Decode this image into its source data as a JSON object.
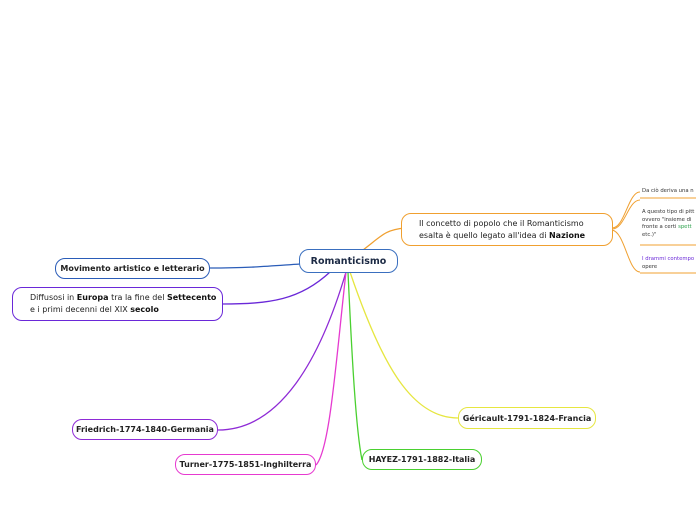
{
  "root": {
    "label": "Romanticismo"
  },
  "branches": {
    "movimento": "Movimento artistico e letterario",
    "diffusosi": {
      "line1": [
        {
          "text": "Diffusosi in ",
          "bold": false
        },
        {
          "text": "Europa",
          "bold": true
        },
        {
          "text": " tra la fine del ",
          "bold": false
        },
        {
          "text": "Settecento",
          "bold": true
        }
      ],
      "line2": [
        {
          "text": "e i primi decenni del XIX ",
          "bold": false
        },
        {
          "text": "secolo",
          "bold": true
        }
      ]
    },
    "popolo": {
      "line1": [
        {
          "text": "Il concetto di popolo che il Romanticismo",
          "bold": false
        }
      ],
      "line2": [
        {
          "text": "esalta è quello legato all'idea di ",
          "bold": false
        },
        {
          "text": "Nazione",
          "bold": true
        }
      ]
    },
    "friedrich": "Friedrich-1774-1840-Germania",
    "turner": "Turner-1775-1851-Inghilterra",
    "hayez": "HAYEZ-1791-1882-Italia",
    "gericault": "Géricault-1791-1824-Francia"
  },
  "popolo_children": {
    "item1": "Da ciò deriva una n",
    "item2": {
      "l1": "A questo tipo di pitt",
      "l2": "ovvero \"insieme di",
      "l3a": "fronte a certi ",
      "l3b": "spett",
      "l4": "etc.)\""
    },
    "item3": {
      "l1": "I drammi contempo",
      "l2": "opere"
    }
  },
  "colors": {
    "root": "#3a6fbf",
    "popolo": "#f0a030",
    "movimento": "#2a5cb8",
    "diffusosi": "#6a28d8",
    "friedrich": "#8e2ad6",
    "turner": "#e63ad0",
    "hayez": "#4ad030",
    "gericault": "#e6e640",
    "item3_text": "#6a28d8"
  }
}
